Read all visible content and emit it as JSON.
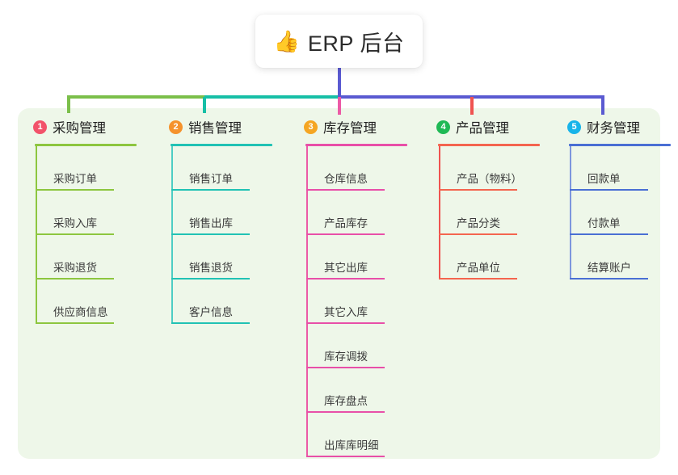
{
  "root": {
    "icon": "thumbs-up-icon",
    "emoji": "👍",
    "title": "ERP 后台"
  },
  "palette": {
    "panel_bg": "#eef7e9",
    "page_bg": "#ffffff",
    "bus_left": "#7bbf4a",
    "bus_mid": "#16bfa6",
    "bus_right": "#5a5ad1",
    "drop_center": "#e8459a"
  },
  "columns": [
    {
      "number": "1",
      "title": "采购管理",
      "badge_color": "#f2526a",
      "rule_color": "#8dc63f",
      "line_color": "#8dc63f",
      "bus_color": "#7bbf4a",
      "items": [
        {
          "label": "采购订单"
        },
        {
          "label": "采购入库"
        },
        {
          "label": "采购退货"
        },
        {
          "label": "供应商信息"
        }
      ]
    },
    {
      "number": "2",
      "title": "销售管理",
      "badge_color": "#f5922c",
      "rule_color": "#21c2b4",
      "line_color": "#4ecdc4",
      "bus_color": "#16bfa6",
      "items": [
        {
          "label": "销售订单"
        },
        {
          "label": "销售出库"
        },
        {
          "label": "销售退货"
        },
        {
          "label": "客户信息"
        }
      ]
    },
    {
      "number": "3",
      "title": "库存管理",
      "badge_color": "#f5a623",
      "rule_color": "#e84fa8",
      "line_color": "#ec5aa6",
      "bus_color": "#5a5ad1",
      "items": [
        {
          "label": "仓库信息"
        },
        {
          "label": "产品库存"
        },
        {
          "label": "其它出库"
        },
        {
          "label": "其它入库"
        },
        {
          "label": "库存调拨"
        },
        {
          "label": "库存盘点"
        },
        {
          "label": "出库库明细"
        }
      ]
    },
    {
      "number": "4",
      "title": "产品管理",
      "badge_color": "#1fb955",
      "rule_color": "#f4654f",
      "line_color": "#ef5350",
      "bus_color": "#5a5ad1",
      "items": [
        {
          "label": "产品（物料）"
        },
        {
          "label": "产品分类"
        },
        {
          "label": "产品单位"
        }
      ]
    },
    {
      "number": "5",
      "title": "财务管理",
      "badge_color": "#18b4e9",
      "rule_color": "#4a6fd4",
      "line_color": "#7d96dd",
      "bus_color": "#5a5ad1",
      "items": [
        {
          "label": "回款单"
        },
        {
          "label": "付款单"
        },
        {
          "label": "结算账户"
        }
      ]
    }
  ]
}
